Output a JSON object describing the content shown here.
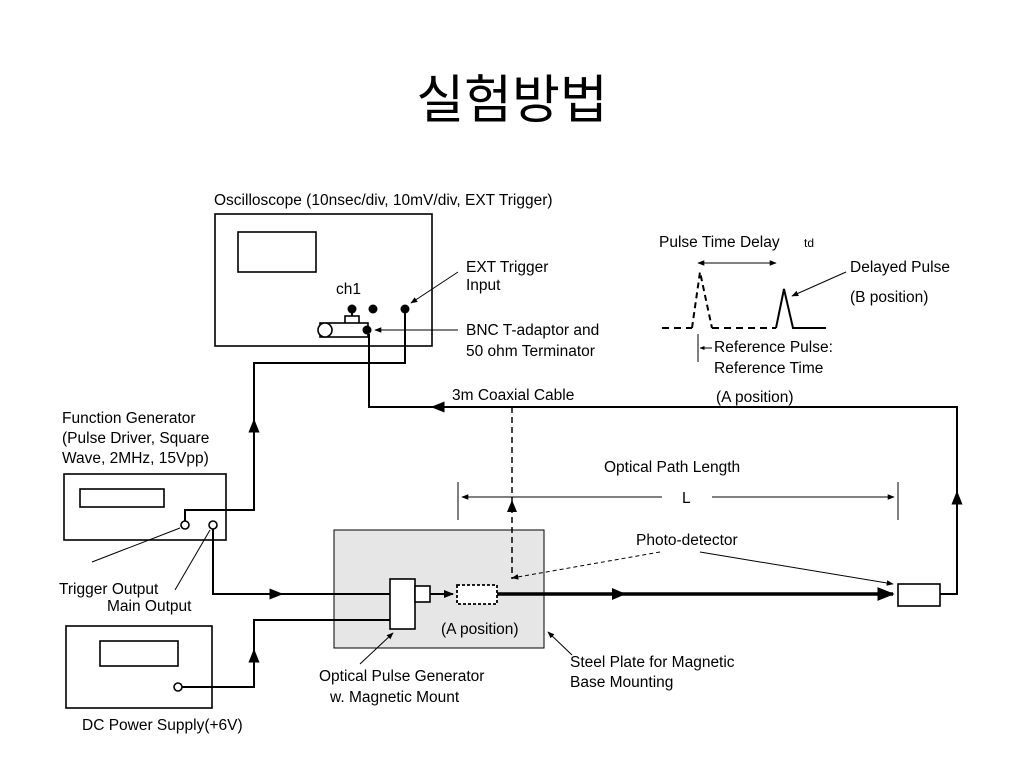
{
  "title": "실험방법",
  "labels": {
    "oscilloscope": "Oscilloscope (10nsec/div, 10mV/div, EXT Trigger)",
    "ch1": "ch1",
    "ext_trigger_1": "EXT Trigger",
    "ext_trigger_2": "Input",
    "bnc_1": "BNC T-adaptor and",
    "bnc_2": "50 ohm Terminator",
    "func_gen_1": "Function Generator",
    "func_gen_2": "(Pulse Driver, Square",
    "func_gen_3": "Wave, 2MHz, 15Vpp)",
    "trigger_output": "Trigger Output",
    "main_output": "Main Output",
    "dc_power": "DC Power Supply(+6V)",
    "coax": "3m Coaxial Cable",
    "optical_path": "Optical Path Length",
    "L": "L",
    "photo_detector": "Photo-detector",
    "a_position_box": "(A  position)",
    "opg_1": "Optical Pulse Generator",
    "opg_2": "w. Magnetic Mount",
    "steel_1": "Steel Plate for Magnetic",
    "steel_2": "Base Mounting",
    "pulse_delay": "Pulse Time Delay",
    "td": "td",
    "delayed_pulse": "Delayed Pulse",
    "b_position": "(B position)",
    "ref_pulse_1": "Reference Pulse:",
    "ref_pulse_2": "Reference Time",
    "a_position_ref": "(A position)"
  }
}
